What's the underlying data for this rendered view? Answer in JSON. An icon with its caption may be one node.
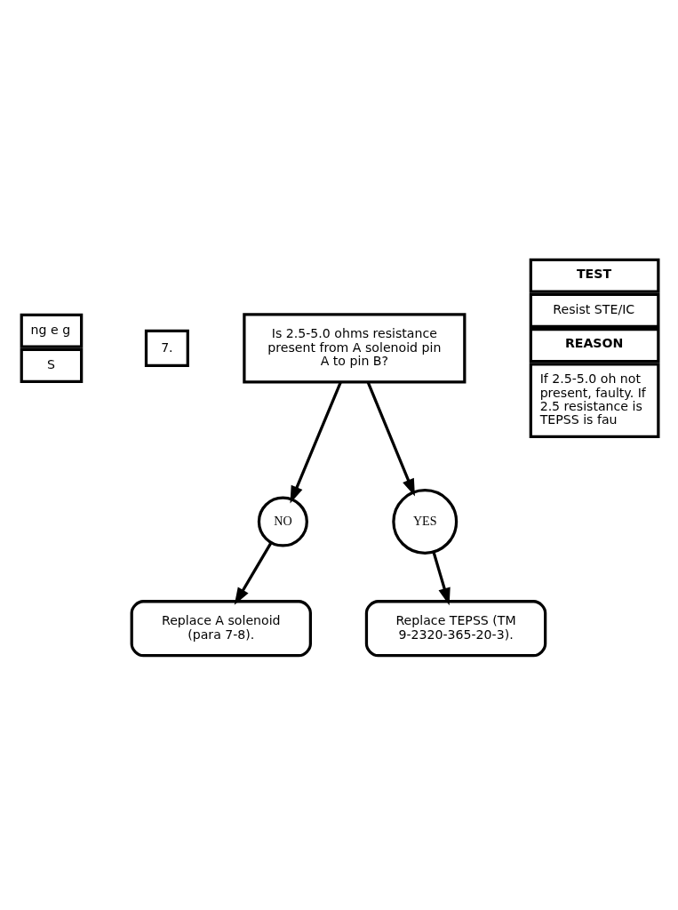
{
  "diagram": {
    "nodes": [
      {
        "text": [
          "ng e g",
          "S"
        ]
      },
      {
        "text": [
          "7."
        ]
      },
      {
        "text": [
          "Is 2.5-5.0 ohms resistance present from A solenoid pin A to pin B?"
        ]
      },
      {
        "text": [
          "TEST",
          "Resist STE/IC",
          "REASON",
          "If 2.5-5.0 oh not present, faulty. If 2.5 resistance is TEPSS is fau"
        ]
      },
      {
        "text": [
          "NO"
        ]
      },
      {
        "text": [
          "YES"
        ]
      },
      {
        "text": [
          "Replace A solenoid (para 7-8)."
        ]
      },
      {
        "text": [
          "Replace TEPSS (TM 9-2320-365-20-3)."
        ]
      }
    ],
    "edges": [
      {
        "from": 2,
        "to": 4,
        "arrow": "to"
      },
      {
        "from": 2,
        "to": 5,
        "arrow": "to"
      },
      {
        "from": 4,
        "to": 6,
        "arrow": "to"
      },
      {
        "from": 5,
        "to": 7,
        "arrow": "to"
      }
    ]
  }
}
